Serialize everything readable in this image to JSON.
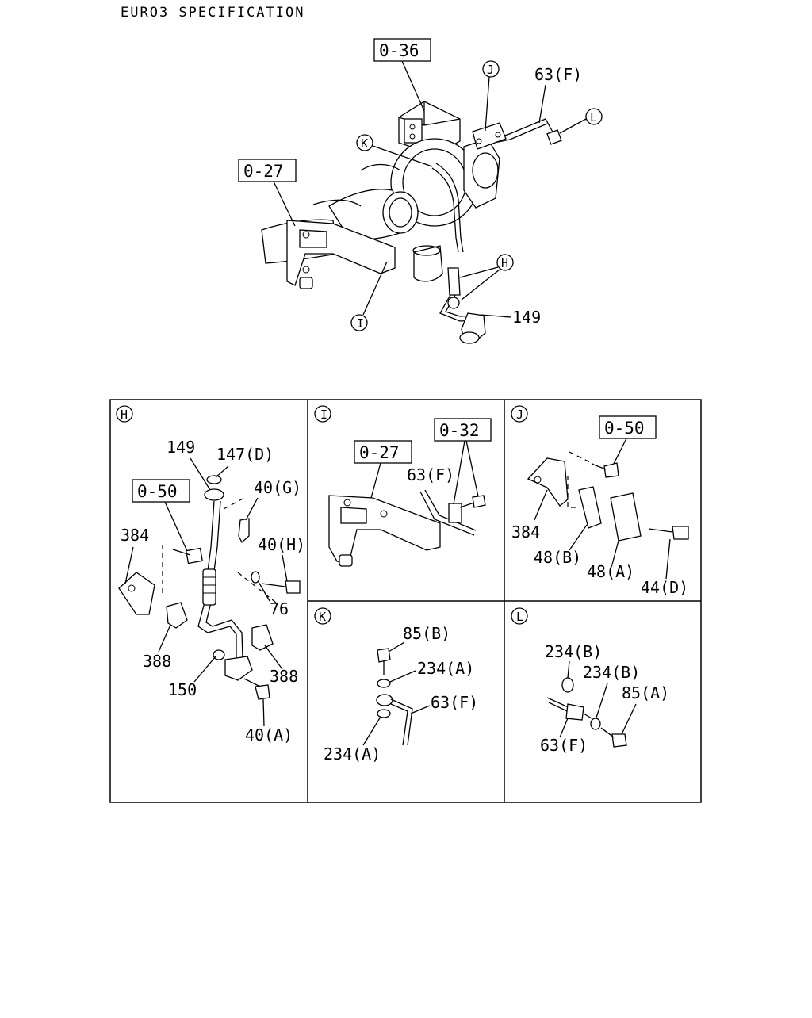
{
  "title": "EURO3 SPECIFICATION",
  "main": {
    "refs": {
      "r036": "0-36",
      "r027": "0-27"
    },
    "callouts": {
      "J": "J",
      "K": "K",
      "L": "L",
      "H": "H",
      "I": "I"
    },
    "labels": {
      "p63f": "63(F)",
      "p149": "149"
    }
  },
  "panels": {
    "H": {
      "letter": "H",
      "ref": "0-50",
      "labels": {
        "p149": "149",
        "p147d": "147(D)",
        "p40g": "40(G)",
        "p384": "384",
        "p40h": "40(H)",
        "p76": "76",
        "p388a": "388",
        "p388b": "388",
        "p150": "150",
        "p40a": "40(A)"
      }
    },
    "I": {
      "letter": "I",
      "refs": {
        "r032": "0-32",
        "r027": "0-27"
      },
      "labels": {
        "p63f": "63(F)"
      }
    },
    "J": {
      "letter": "J",
      "ref": "0-50",
      "labels": {
        "p384": "384",
        "p48b": "48(B)",
        "p48a": "48(A)",
        "p44d": "44(D)"
      }
    },
    "K": {
      "letter": "K",
      "labels": {
        "p85b": "85(B)",
        "p234a1": "234(A)",
        "p63f": "63(F)",
        "p234a2": "234(A)"
      }
    },
    "L": {
      "letter": "L",
      "labels": {
        "p234b1": "234(B)",
        "p234b2": "234(B)",
        "p85a": "85(A)",
        "p63f": "63(F)"
      }
    }
  }
}
